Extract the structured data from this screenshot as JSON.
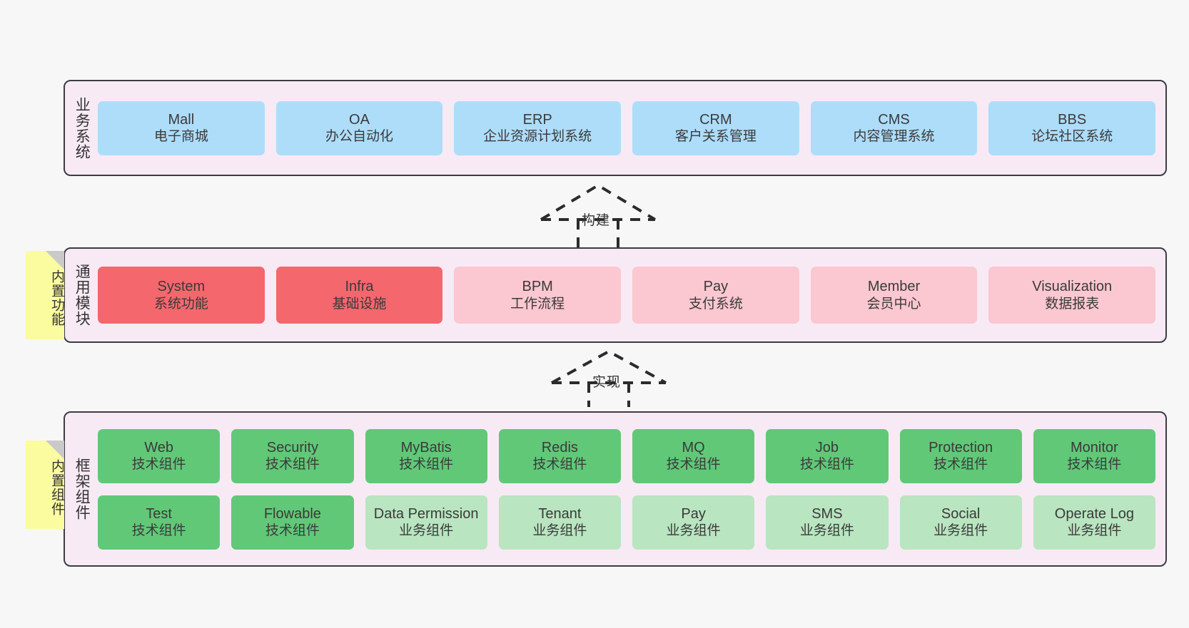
{
  "diagram": {
    "background_color": "#f7f7f7",
    "layer_bg_color": "#f7eaf5",
    "layer_border_color": "#3c3c44",
    "sticky_color": "#fbfba0"
  },
  "layers": [
    {
      "id": "business-system",
      "title": "业务系统",
      "rows": [
        {
          "cards": [
            {
              "name": "Mall",
              "sub": "电子商城",
              "color": "#aeddfa",
              "style": "blue"
            },
            {
              "name": "OA",
              "sub": "办公自动化",
              "color": "#aeddfa",
              "style": "blue"
            },
            {
              "name": "ERP",
              "sub": "企业资源计划系统",
              "color": "#aeddfa",
              "style": "blue"
            },
            {
              "name": "CRM",
              "sub": "客户关系管理",
              "color": "#aeddfa",
              "style": "blue"
            },
            {
              "name": "CMS",
              "sub": "内容管理系统",
              "color": "#aeddfa",
              "style": "blue"
            },
            {
              "name": "BBS",
              "sub": "论坛社区系统",
              "color": "#aeddfa",
              "style": "blue"
            }
          ]
        }
      ]
    },
    {
      "id": "common-modules",
      "title": "通用模块",
      "sticky": "内置功能",
      "rows": [
        {
          "cards": [
            {
              "name": "System",
              "sub": "系统功能",
              "color": "#f4676d",
              "style": "red"
            },
            {
              "name": "Infra",
              "sub": "基础设施",
              "color": "#f4676d",
              "style": "red"
            },
            {
              "name": "BPM",
              "sub": "工作流程",
              "color": "#fbc7d0",
              "style": "pink"
            },
            {
              "name": "Pay",
              "sub": "支付系统",
              "color": "#fbc7d0",
              "style": "pink"
            },
            {
              "name": "Member",
              "sub": "会员中心",
              "color": "#fbc7d0",
              "style": "pink"
            },
            {
              "name": "Visualization",
              "sub": "数据报表",
              "color": "#fbc7d0",
              "style": "pink"
            }
          ]
        }
      ]
    },
    {
      "id": "framework-components",
      "title": "框架组件",
      "sticky": "内置组件",
      "rows": [
        {
          "cards": [
            {
              "name": "Web",
              "sub": "技术组件",
              "color": "#61c878",
              "style": "green"
            },
            {
              "name": "Security",
              "sub": "技术组件",
              "color": "#61c878",
              "style": "green"
            },
            {
              "name": "MyBatis",
              "sub": "技术组件",
              "color": "#61c878",
              "style": "green"
            },
            {
              "name": "Redis",
              "sub": "技术组件",
              "color": "#61c878",
              "style": "green"
            },
            {
              "name": "MQ",
              "sub": "技术组件",
              "color": "#61c878",
              "style": "green"
            },
            {
              "name": "Job",
              "sub": "技术组件",
              "color": "#61c878",
              "style": "green"
            },
            {
              "name": "Protection",
              "sub": "技术组件",
              "color": "#61c878",
              "style": "green"
            },
            {
              "name": "Monitor",
              "sub": "技术组件",
              "color": "#61c878",
              "style": "green"
            }
          ]
        },
        {
          "cards": [
            {
              "name": "Test",
              "sub": "技术组件",
              "color": "#61c878",
              "style": "green"
            },
            {
              "name": "Flowable",
              "sub": "技术组件",
              "color": "#61c878",
              "style": "green"
            },
            {
              "name": "Data Permission",
              "sub": "业务组件",
              "color": "#b9e5c0",
              "style": "lgreen"
            },
            {
              "name": "Tenant",
              "sub": "业务组件",
              "color": "#b9e5c0",
              "style": "lgreen"
            },
            {
              "name": "Pay",
              "sub": "业务组件",
              "color": "#b9e5c0",
              "style": "lgreen"
            },
            {
              "name": "SMS",
              "sub": "业务组件",
              "color": "#b9e5c0",
              "style": "lgreen"
            },
            {
              "name": "Social",
              "sub": "业务组件",
              "color": "#b9e5c0",
              "style": "lgreen"
            },
            {
              "name": "Operate Log",
              "sub": "业务组件",
              "color": "#b9e5c0",
              "style": "lgreen"
            }
          ]
        }
      ]
    }
  ],
  "connectors": [
    {
      "id": "build",
      "label": "构建",
      "from": "common-modules",
      "to": "business-system",
      "style": "dashed-hollow-triangle"
    },
    {
      "id": "implement",
      "label": "实现",
      "from": "framework-components",
      "to": "common-modules",
      "style": "dashed-hollow-triangle"
    }
  ]
}
